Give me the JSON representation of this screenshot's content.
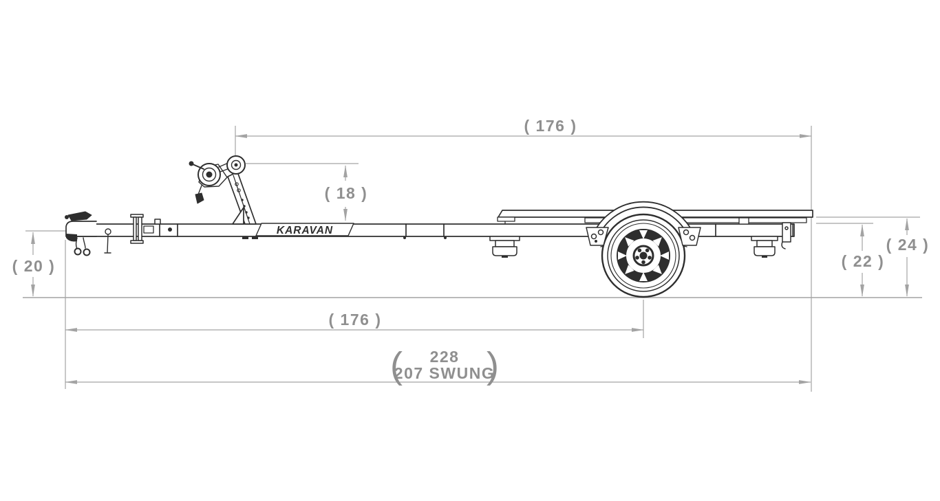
{
  "drawing": {
    "subject": "single-axle bunk boat trailer side view dimension drawing",
    "brand": "KARAVAN",
    "colors": {
      "trailer_line": "#2e2e2e",
      "dimension_line": "#a3a3a3",
      "label_text": "#8f8f8f",
      "background": "#ffffff"
    },
    "labels": {
      "top_length": "( 176 )",
      "winch_height": "( 18 )",
      "coupler_height": "( 20 )",
      "frame_height": "( 22 )",
      "bunk_height": "( 24 )",
      "hitch_to_axle": "( 176 )",
      "overall_length": "228",
      "swung_length": "207 SWUNG",
      "paren_open": "(",
      "paren_close": ")"
    },
    "values": {
      "top_length": 176,
      "winch_height": 18,
      "coupler_height": 20,
      "frame_height": 22,
      "bunk_height": 24,
      "hitch_to_axle": 176,
      "overall_length": 228,
      "swung_length": 207
    }
  }
}
